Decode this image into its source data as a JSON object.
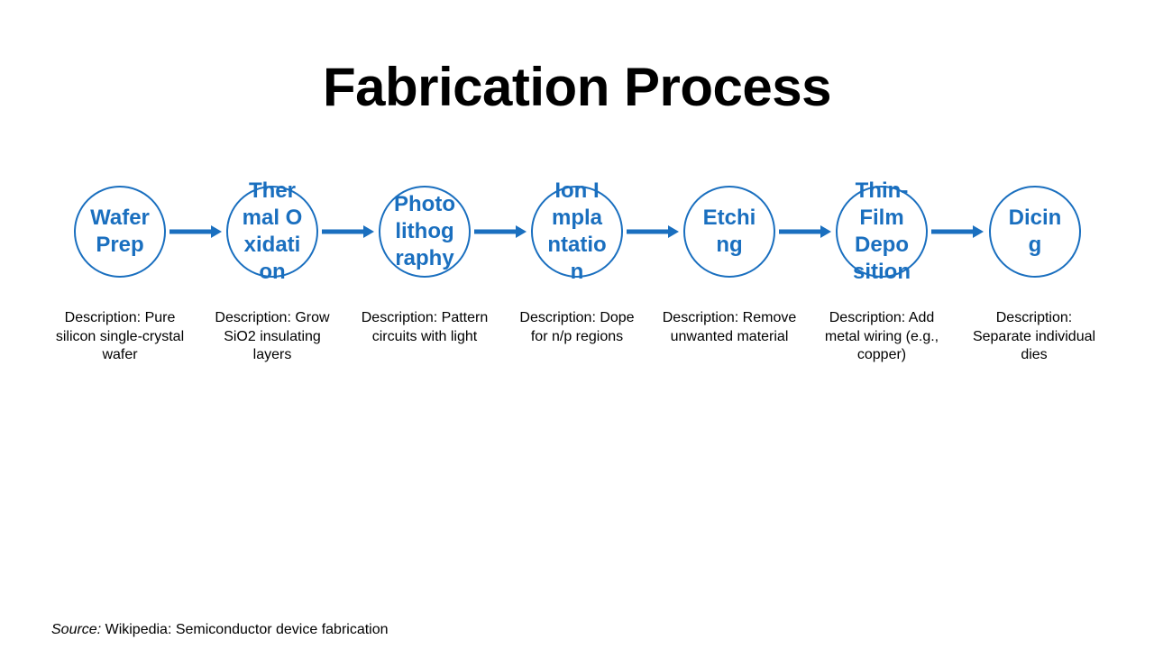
{
  "title": "Fabrication Process",
  "accent_color": "#1a6fbf",
  "steps": [
    {
      "label": "Wafer Prep",
      "description": "Description: Pure silicon single-crystal wafer"
    },
    {
      "label": "Thermal Oxidation",
      "description": "Description: Grow SiO2 insulating layers"
    },
    {
      "label": "Photolithography",
      "description": "Description: Pattern circuits with light"
    },
    {
      "label": "Ion Implantation",
      "description": "Description: Dope for n/p regions"
    },
    {
      "label": "Etching",
      "description": "Description: Remove unwanted material"
    },
    {
      "label": "Thin-Film Deposition",
      "description": "Description: Add metal wiring (e.g., copper)"
    },
    {
      "label": "Dicing",
      "description": "Description: Separate individual dies"
    }
  ],
  "source": {
    "prefix": "Source:",
    "text": "Wikipedia: Semiconductor device fabrication"
  }
}
